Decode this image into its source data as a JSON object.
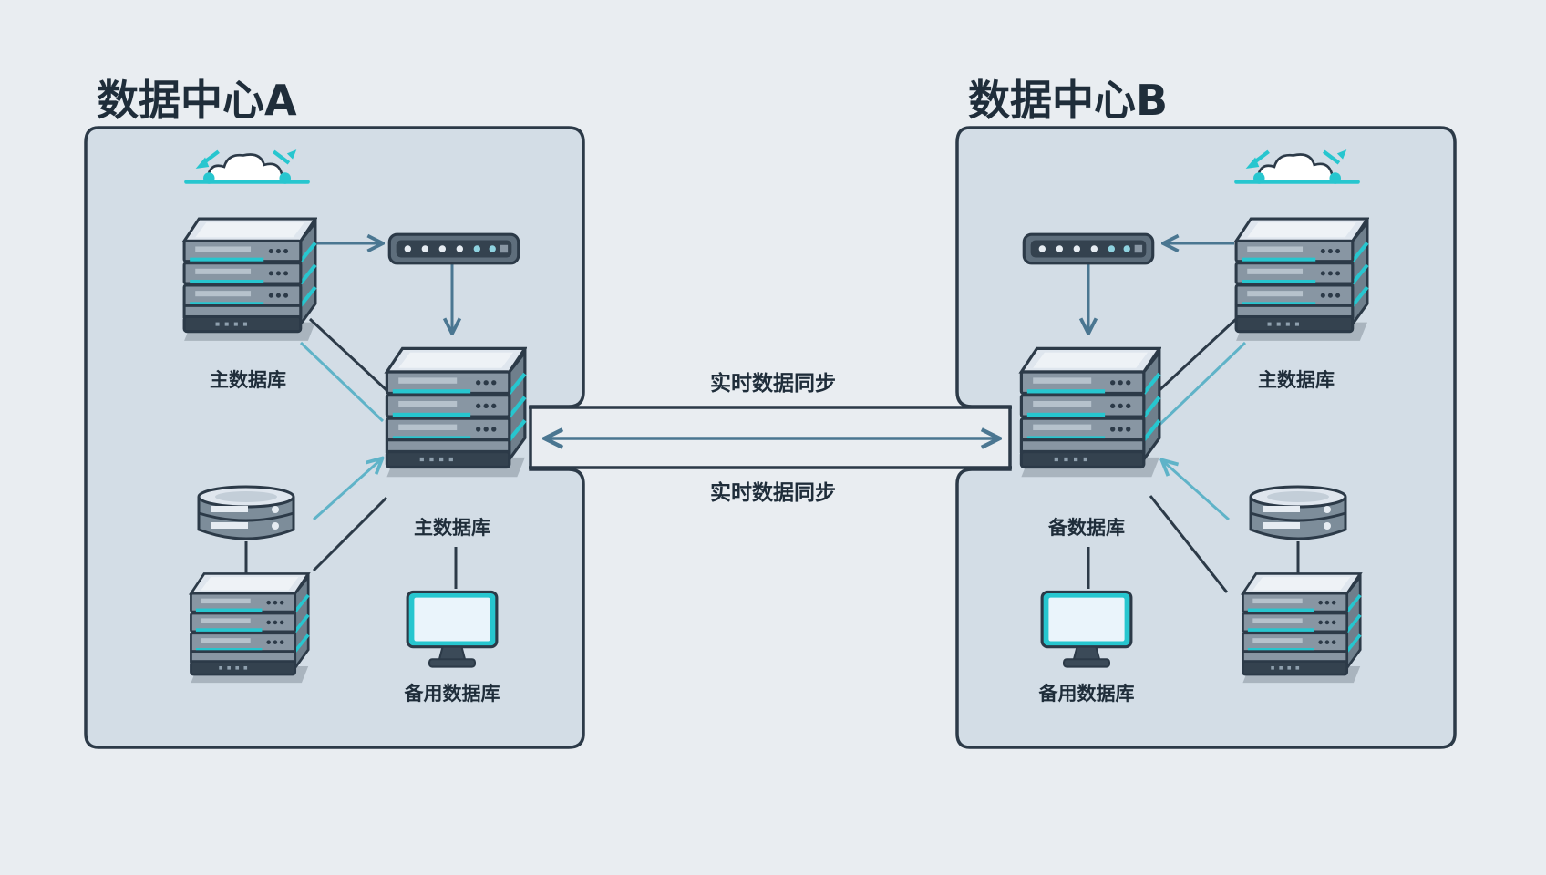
{
  "colors": {
    "background": "#e9edf1",
    "panel_fill": "#d3dde6",
    "outline": "#2c3a48",
    "server_body": "#8896a3",
    "server_top": "#dfe6ee",
    "accent_teal": "#27c6cf",
    "arrow_blue": "#4a7691"
  },
  "icons": {
    "cloud": "cloud-network-icon",
    "server": "server-stack-icon",
    "switch": "network-switch-icon",
    "disk": "storage-disk-icon",
    "monitor": "monitor-icon"
  },
  "dc_a": {
    "title": "数据中心A",
    "primary_db_label": "主数据库",
    "central_db_label": "主数据库",
    "backup_db_label": "备用数据库"
  },
  "dc_b": {
    "title": "数据中心B",
    "primary_db_label": "主数据库",
    "central_db_label": "备数据库",
    "backup_db_label": "备用数据库"
  },
  "sync": {
    "top_label": "实时数据同步",
    "bottom_label": "实时数据同步"
  }
}
